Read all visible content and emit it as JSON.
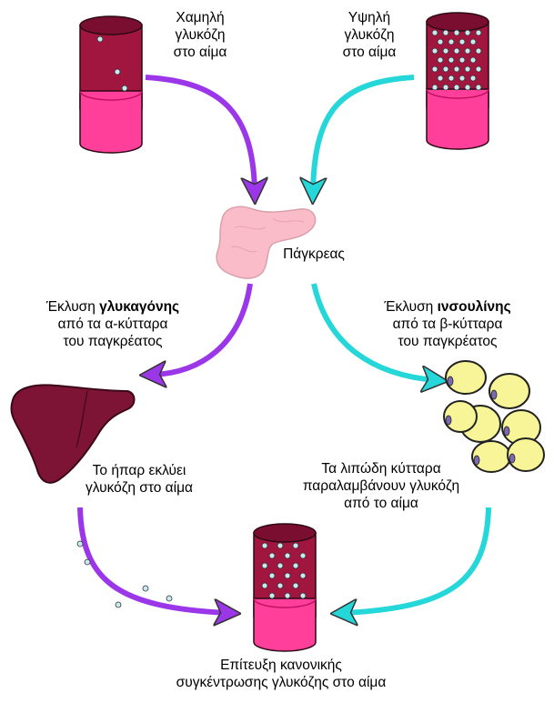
{
  "labels": {
    "low_glucose": [
      "Χαμηλή",
      "γλυκόζη",
      "στο αίμα"
    ],
    "high_glucose": [
      "Υψηλή",
      "γλυκόζη",
      "στο αίμα"
    ],
    "pancreas": "Πάγκρεας",
    "glucagon_release": {
      "prefix": "Έκλυση ",
      "hormone": "γλυκαγόνης",
      "lines": [
        "από τα α-κύτταρα",
        "του παγκρέατος"
      ]
    },
    "insulin_release": {
      "prefix": "Έκλυση ",
      "hormone": "ινσουλίνης",
      "lines": [
        "από τα β-κύτταρα",
        "του παγκρέατος"
      ]
    },
    "liver": [
      "Το ήπαρ εκλύει",
      "γλυκόζη στο αίμα"
    ],
    "fat_cells": [
      "Τα λιπώδη κύτταρα",
      "παραλαμβάνουν γλυκόζη",
      "από το αίμα"
    ],
    "result": [
      "Επίτευξη κανονικής",
      "συγκέντρωσης γλυκόζης στο αίμα"
    ]
  },
  "colors": {
    "vessel_wall": "#a0163e",
    "vessel_inner": "#7a0e30",
    "vessel_rim": "#ff3f9a",
    "glucagon_arrow": "#9b37e8",
    "insulin_arrow": "#25d7d9",
    "pancreas": "#fbbcc9",
    "liver": "#7d1436",
    "fat_cell": "#f7f597",
    "glucose_dot": "#c7e9ef"
  }
}
